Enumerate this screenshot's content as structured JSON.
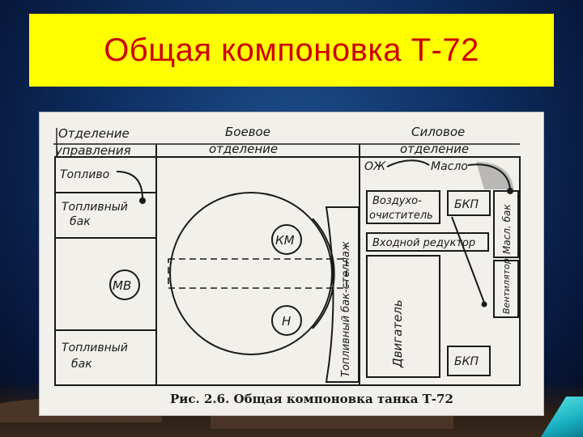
{
  "slide": {
    "title": "Общая компоновка Т-72"
  },
  "figure": {
    "caption": "Рис. 2.6. Общая компоновка танка Т-72",
    "sections": {
      "control_line1": "Отделение",
      "control_line2": "управления",
      "combat_line1": "Боевое",
      "combat_line2": "отделение",
      "power_line1": "Силовое",
      "power_line2": "отделение"
    },
    "labels": {
      "fuel": "Топливо",
      "fuel_tank_top_1": "Топливный",
      "fuel_tank_top_2": "бак",
      "mv": "МВ",
      "fuel_tank_bottom_1": "Топливный",
      "fuel_tank_bottom_2": "бак",
      "km": "КМ",
      "n": "Н",
      "fuel_rack": "Топливный бак-стеллаж",
      "ozh": "ОЖ",
      "oil": "Масло",
      "air_cleaner_1": "Воздухо-",
      "air_cleaner_2": "очиститель",
      "bkp_top": "БКП",
      "input_reducer": "Входной редуктор",
      "oil_tank": "Масл. бак",
      "engine": "Двигатель",
      "fan": "Вентилятор",
      "bkp_bottom": "БКП"
    }
  }
}
